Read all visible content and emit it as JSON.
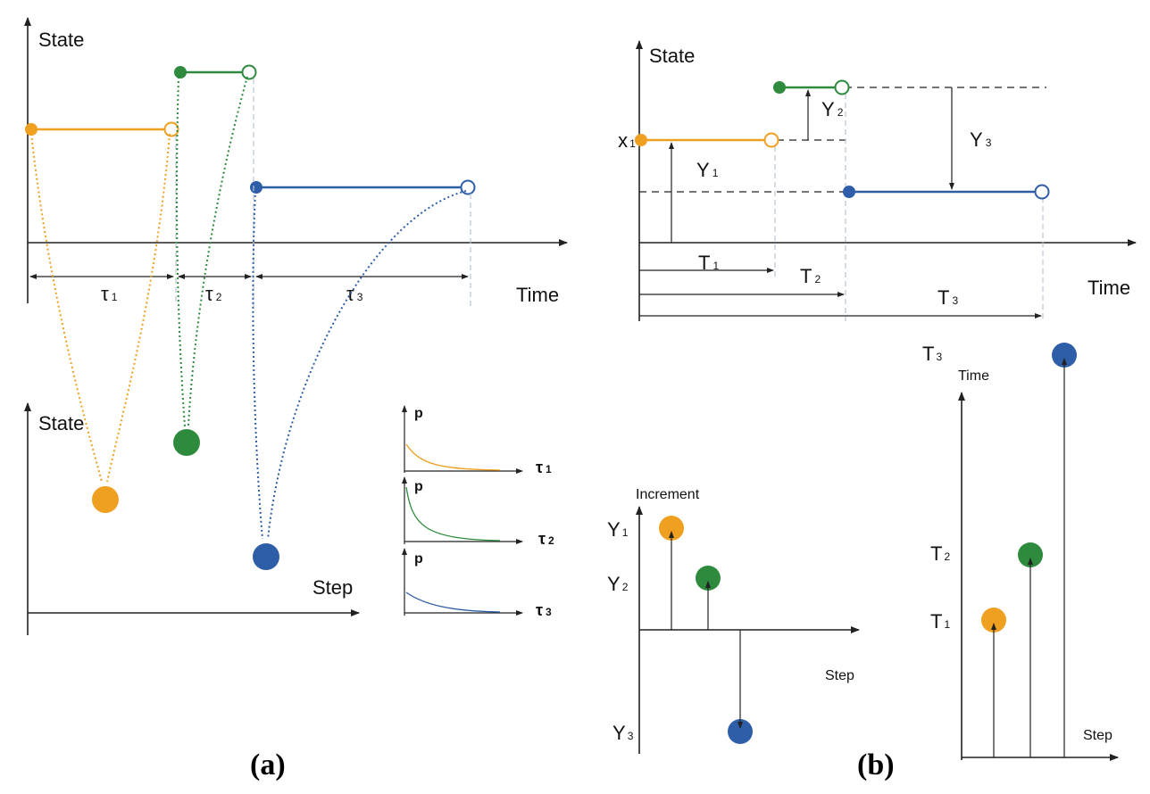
{
  "colors": {
    "orange": "#f0a020",
    "green": "#2e8b3e",
    "blue": "#2f5ea8",
    "axis": "#222222"
  },
  "panel_a": {
    "label": "(a)",
    "top_ylabel": "State",
    "top_xlabel": "Time",
    "bottom_ylabel": "State",
    "bottom_xlabel": "Step",
    "durations": [
      {
        "sym": "τ",
        "idx": "1"
      },
      {
        "sym": "τ",
        "idx": "2"
      },
      {
        "sym": "τ",
        "idx": "3"
      }
    ],
    "mini_plots": [
      {
        "ylabel": "p",
        "xsym": "τ",
        "xidx": "1"
      },
      {
        "ylabel": "p",
        "xsym": "τ",
        "xidx": "2"
      },
      {
        "ylabel": "p",
        "xsym": "τ",
        "xidx": "3"
      }
    ]
  },
  "panel_b": {
    "label": "(b)",
    "top_ylabel": "State",
    "top_xlabel": "Time",
    "x1": {
      "sym": "x",
      "idx": "1"
    },
    "increments_labels": [
      {
        "sym": "Y",
        "idx": "1"
      },
      {
        "sym": "Y",
        "idx": "2"
      },
      {
        "sym": "Y",
        "idx": "3"
      }
    ],
    "times_labels": [
      {
        "sym": "T",
        "idx": "1"
      },
      {
        "sym": "T",
        "idx": "2"
      },
      {
        "sym": "T",
        "idx": "3"
      }
    ],
    "inc_plot": {
      "ylabel": "Increment",
      "xlabel": "Step"
    },
    "time_plot": {
      "ylabel": "Time",
      "xlabel": "Step"
    }
  }
}
